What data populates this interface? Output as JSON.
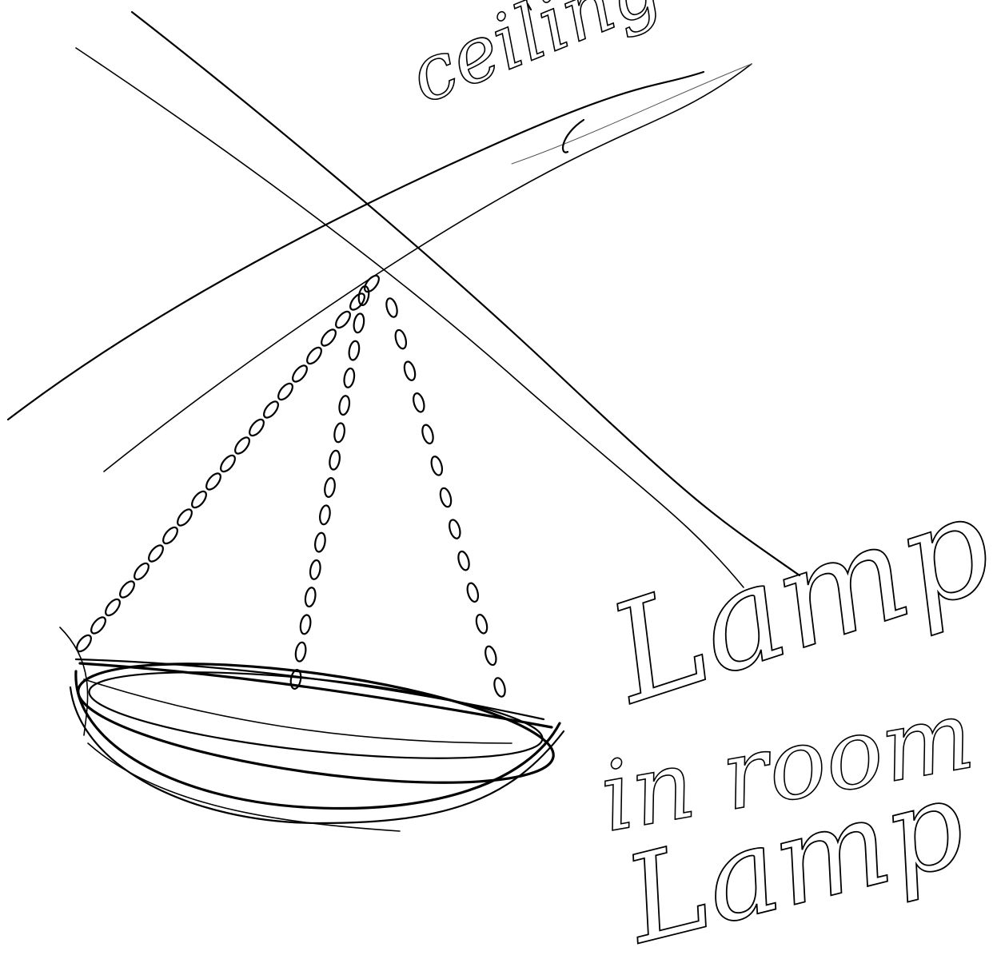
{
  "annotations": {
    "ceiling_word": "ceiling",
    "lamp_word_1": "Lamp",
    "room_phrase": "in room",
    "lamp_word_2": "Lamp"
  }
}
